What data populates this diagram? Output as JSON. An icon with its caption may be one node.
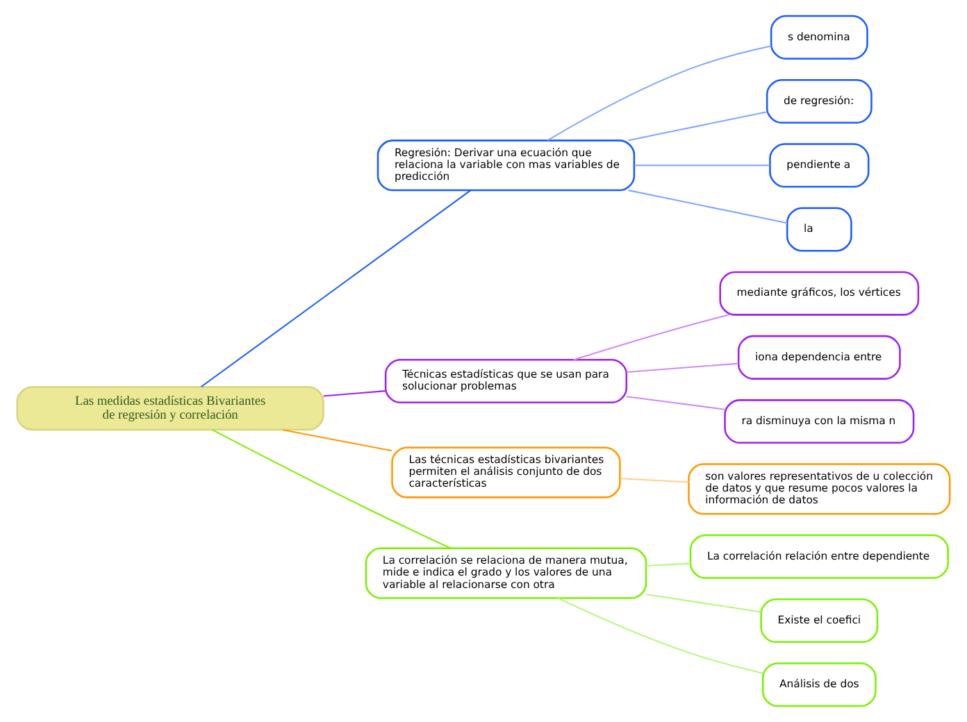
{
  "diagram": {
    "nodes": [
      {
        "text": [
          "Las medidas estadísticas Bivariantes de regresión y correlación"
        ]
      },
      {
        "text": [
          "Regresión: Derivar una ecuación que relaciona la variable con mas variables de predicción"
        ]
      },
      {
        "text": [
          "s denomina"
        ]
      },
      {
        "text": [
          "de regresión:"
        ]
      },
      {
        "text": [
          "pendiente a"
        ]
      },
      {
        "text": [
          "la"
        ]
      },
      {
        "text": [
          "Técnicas estadísticas que se usan para solucionar problemas"
        ]
      },
      {
        "text": [
          "mediante gráficos, los vértices"
        ]
      },
      {
        "text": [
          "iona dependencia entre"
        ]
      },
      {
        "text": [
          "ra disminuya con la misma n"
        ]
      },
      {
        "text": [
          "Las técnicas estadísticas bivariantes permiten el análisis conjunto de dos características"
        ]
      },
      {
        "text": [
          "son valores representativos de u colección de datos y que resume pocos valores la información de datos"
        ]
      },
      {
        "text": [
          "La correlación se relaciona de manera mutua, mide e indica el grado y los valores de una variable al relacionarse con otra"
        ]
      },
      {
        "text": [
          "La correlación relación entre dependiente"
        ]
      },
      {
        "text": [
          "Existe el coefici"
        ]
      },
      {
        "text": [
          "Análisis de dos"
        ]
      }
    ],
    "edges": [
      {
        "from": 0,
        "to": 1,
        "arrow": "none",
        "color": "#1a5cff"
      },
      {
        "from": 1,
        "to": 2,
        "arrow": "none",
        "color": "#7fa6ff"
      },
      {
        "from": 1,
        "to": 3,
        "arrow": "none",
        "color": "#7fa6ff"
      },
      {
        "from": 1,
        "to": 4,
        "arrow": "none",
        "color": "#7fa6ff"
      },
      {
        "from": 1,
        "to": 5,
        "arrow": "none",
        "color": "#7fa6ff"
      },
      {
        "from": 0,
        "to": 6,
        "arrow": "none",
        "color": "#a020f0"
      },
      {
        "from": 6,
        "to": 7,
        "arrow": "none",
        "color": "#d08af5"
      },
      {
        "from": 6,
        "to": 8,
        "arrow": "none",
        "color": "#d08af5"
      },
      {
        "from": 6,
        "to": 9,
        "arrow": "none",
        "color": "#d08af5"
      },
      {
        "from": 0,
        "to": 10,
        "arrow": "none",
        "color": "#ff9900"
      },
      {
        "from": 10,
        "to": 11,
        "arrow": "none",
        "color": "#ffd08a"
      },
      {
        "from": 0,
        "to": 12,
        "arrow": "none",
        "color": "#7cf000"
      },
      {
        "from": 12,
        "to": 13,
        "arrow": "none",
        "color": "#b8f57a"
      },
      {
        "from": 12,
        "to": 14,
        "arrow": "none",
        "color": "#b8f57a"
      },
      {
        "from": 12,
        "to": 15,
        "arrow": "none",
        "color": "#b8f57a"
      }
    ]
  }
}
